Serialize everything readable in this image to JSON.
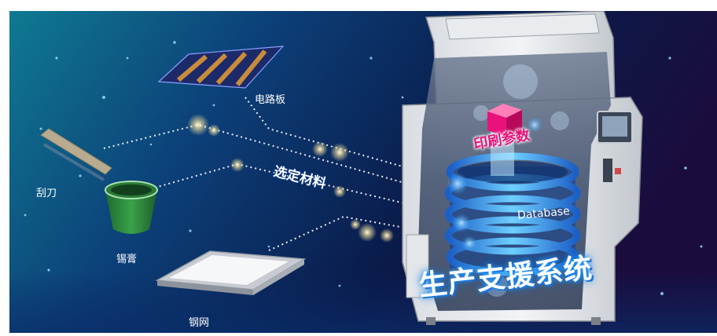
{
  "labels": {
    "circuit_board": "电路板",
    "squeegee": "刮刀",
    "solder_paste": "锡膏",
    "stencil": "钢网",
    "select_materials": "选定材料",
    "database": "Database",
    "print_params": "印刷参数",
    "production_support": "生产支援系统"
  },
  "colors": {
    "background_dark": "#0a1b4a",
    "background_teal": "#0f6f8f",
    "accent_pink": "#e8127a",
    "glow_blue": "#2ea3ff",
    "cylinder_blue": "#1a7de0",
    "paste_green": "#2f8a3a"
  },
  "icons": [
    "circuit-board-icon",
    "squeegee-icon",
    "solder-paste-jar-icon",
    "stencil-icon",
    "printer-machine-icon",
    "database-cylinder-icon",
    "parameter-cube-icon"
  ]
}
